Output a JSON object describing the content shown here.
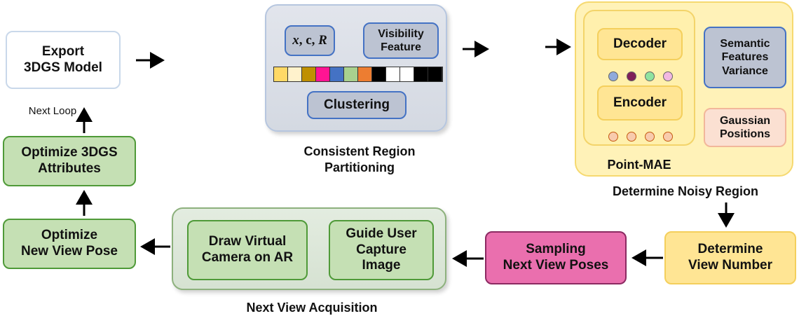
{
  "nodes": {
    "export": "Export\n3DGS Model",
    "next_loop": "Next Loop",
    "optimize_attrs": "Optimize 3DGS\nAttributes",
    "optimize_pose": "Optimize\nNew View Pose",
    "draw_camera": "Draw Virtual\nCamera on AR",
    "guide_user": "Guide User\nCapture\nImage",
    "next_view_acq": "Next View Acquisition",
    "sampling": "Sampling\nNext View Poses",
    "determine_view": "Determine\nView Number",
    "determine_noisy": "Determine Noisy Region",
    "point_mae": "Point-MAE",
    "decoder": "Decoder",
    "encoder": "Encoder",
    "semantic": "Semantic\nFeatures\nVariance",
    "gaussian": "Gaussian\nPositions",
    "partition_title": "Consistent Region\nPartitioning",
    "clustering": "Clustering",
    "visibility": "Visibility\nFeature",
    "xcr_x": "x",
    "xcr_c": "c",
    "xcr_r": "R"
  },
  "colors": {
    "green_fill": "#c5e0b4",
    "green_border": "#4f9a38",
    "yellow_fill": "#ffe594",
    "pink_fill": "#ea6fae",
    "blue_border": "#4472c4",
    "grey_blue_fill": "#bcc3d2"
  },
  "swatches": [
    "#ffd966",
    "#fff2cc",
    "#bf9000",
    "#ff1493",
    "#4472c4",
    "#a9d18e",
    "#ed7d31",
    "#000000",
    "#ffffff",
    "#ffffff",
    "#000000",
    "#000000"
  ],
  "decoder_dots": [
    "#8faadc",
    "#7f1f5a",
    "#8fe3a0",
    "#f2b8e2"
  ],
  "encoder_dots": [
    "#f8cbad",
    "#f8cbad",
    "#f8cbad",
    "#f8cbad"
  ]
}
